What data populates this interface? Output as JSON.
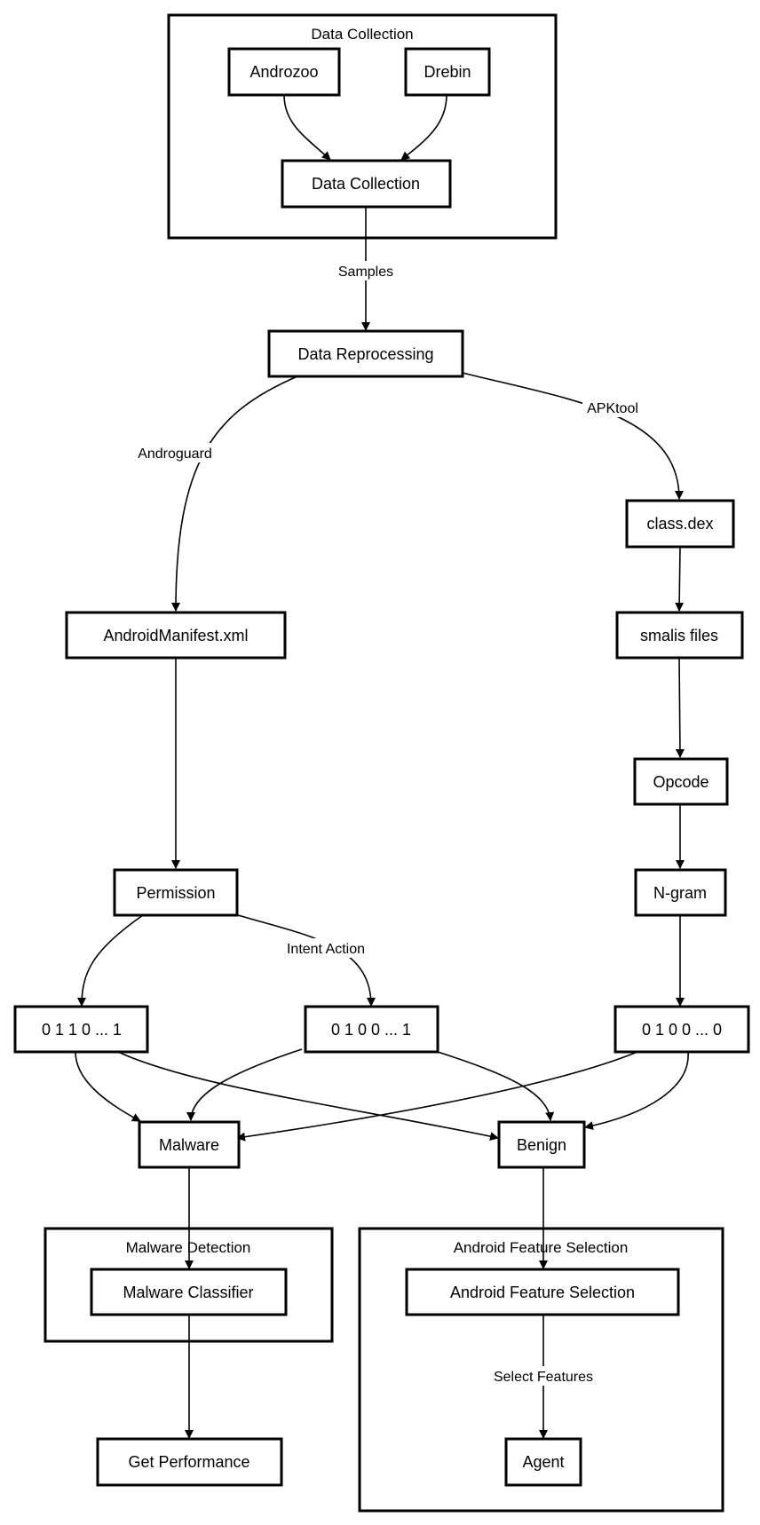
{
  "clusters": {
    "data_collection": "Data Collection",
    "malware_detection": "Malware Detection",
    "feature_selection": "Android Feature Selection"
  },
  "nodes": {
    "androzoo": "Androzoo",
    "drebin": "Drebin",
    "data_collection": "Data Collection",
    "data_reprocessing": "Data Reprocessing",
    "class_dex": "class.dex",
    "android_manifest": "AndroidManifest.xml",
    "smalis_files": "smalis files",
    "opcode": "Opcode",
    "permission": "Permission",
    "ngram": "N-gram",
    "vec_perm": "0 1 1 0 ... 1",
    "vec_intent": "0 1 0 0 ... 1",
    "vec_ngram": "0 1 0 0 ... 0",
    "malware": "Malware",
    "benign": "Benign",
    "malware_classifier": "Malware Classifier",
    "feature_selection": "Android Feature Selection",
    "get_performance": "Get Performance",
    "agent": "Agent"
  },
  "edge_labels": {
    "samples": "Samples",
    "androguard": "Androguard",
    "apktool": "APKtool",
    "intent_action": "Intent Action",
    "select_features": "Select Features"
  }
}
